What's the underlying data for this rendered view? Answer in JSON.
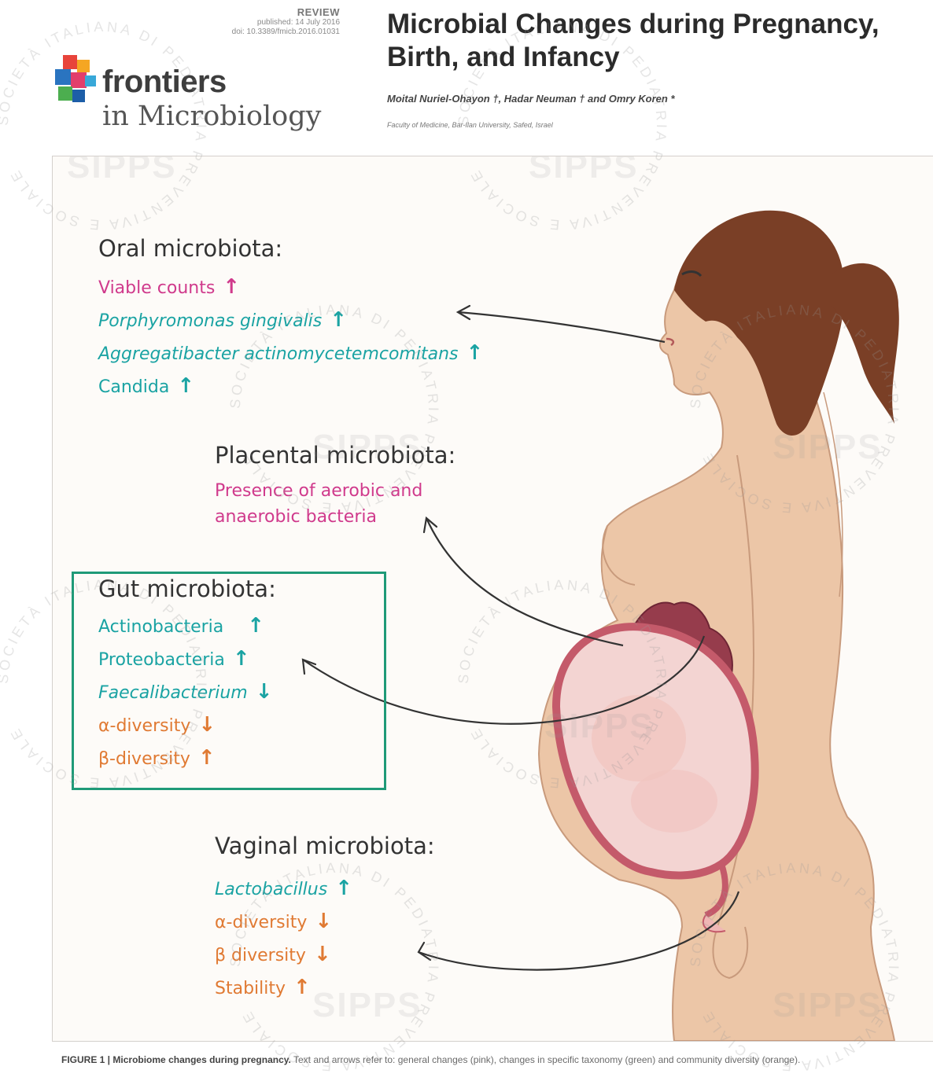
{
  "header": {
    "article_type": "REVIEW",
    "published": "published: 14 July 2016",
    "doi": "doi: 10.3389/fmicb.2016.01031",
    "brand": "frontiers",
    "journal": "in Microbiology",
    "title": "Microbial Changes during Pregnancy, Birth, and Infancy",
    "authors": "Moital Nuriel-Ohayon †, Hadar Neuman † and Omry Koren *",
    "affiliation": "Faculty of Medicine, Bar-Ilan University, Safed, Israel"
  },
  "figure": {
    "oral": {
      "heading": "Oral microbiota:",
      "items": [
        {
          "text": "Viable counts",
          "arrow": "↑"
        },
        {
          "text": "Porphyromonas gingivalis",
          "arrow": "↑"
        },
        {
          "text": "Aggregatibacter actinomycetemcomitans",
          "arrow": "↑"
        },
        {
          "text": "Candida",
          "arrow": "↑"
        }
      ]
    },
    "placental": {
      "heading": "Placental microbiota:",
      "line1": "Presence of aerobic and",
      "line2": "anaerobic bacteria"
    },
    "gut": {
      "heading": "Gut microbiota:",
      "items": [
        {
          "text": "Actinobacteria",
          "arrow": "↑"
        },
        {
          "text": "Proteobacteria",
          "arrow": "↑"
        },
        {
          "text": "Faecalibacterium",
          "arrow": "↓"
        },
        {
          "text": "α-diversity",
          "arrow": "↓"
        },
        {
          "text": "β-diversity",
          "arrow": "↑"
        }
      ]
    },
    "vaginal": {
      "heading": "Vaginal microbiota:",
      "items": [
        {
          "text": "Lactobacillus",
          "arrow": "↑"
        },
        {
          "text": "α-diversity",
          "arrow": "↓"
        },
        {
          "text": "β diversity",
          "arrow": "↓"
        },
        {
          "text": "Stability",
          "arrow": "↑"
        }
      ]
    }
  },
  "caption": {
    "label": "FIGURE 1 |",
    "title": "Microbiome changes during pregnancy.",
    "text": "Text and arrows refer to: general changes (pink), changes in specific taxonomy (green) and community diversity (orange)."
  },
  "watermark": {
    "brand": "SIPPS",
    "ring_text": "SOCIETÀ ITALIANA DI PEDIATRIA PREVENTIVA E SOCIALE"
  },
  "colors": {
    "general": "#d03a8c",
    "taxonomy": "#1aa3a3",
    "diversity": "#e07a33",
    "gut_box": "#1f9a78",
    "skin": "#ecc6a7",
    "hair": "#7a3f26"
  }
}
